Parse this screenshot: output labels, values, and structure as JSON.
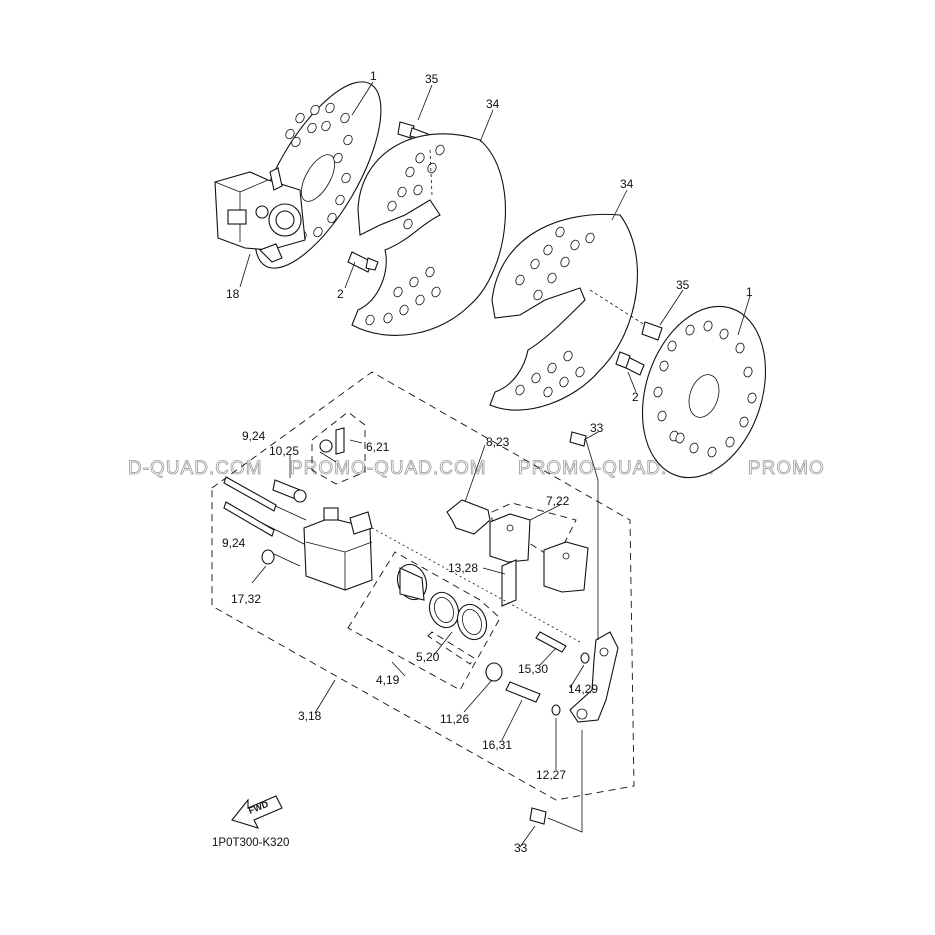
{
  "watermark": {
    "text_left": "D-QUAD.COM",
    "text_mid1": "PROMO-QUAD.COM",
    "text_mid2": "PROMO-QUAD.COM",
    "text_right": "PROMO"
  },
  "diagram_code": "1P0T300-K320",
  "fwd_label": "FWD",
  "callouts": {
    "c1_top": "1",
    "c1_right": "1",
    "c2_left": "2",
    "c2_right": "2",
    "c34_left": "34",
    "c34_right": "34",
    "c35_left": "35",
    "c35_right": "35",
    "c18": "18",
    "c33_top": "33",
    "c33_bottom": "33",
    "c6_21": "6,21",
    "c10_25": "10,25",
    "c9_24_top": "9,24",
    "c9_24_bottom": "9,24",
    "c17_32": "17,32",
    "c8_23": "8,23",
    "c7_22": "7,22",
    "c13_28": "13,28",
    "c5_20": "5,20",
    "c4_19": "4,19",
    "c3_18": "3,18",
    "c15_30": "15,30",
    "c14_29": "14,29",
    "c11_26": "11,26",
    "c16_31": "16,31",
    "c12_27": "12,27"
  }
}
